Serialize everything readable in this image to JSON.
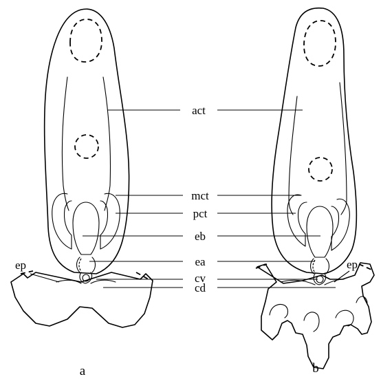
{
  "figure": {
    "labels": {
      "act": "act",
      "mct": "mct",
      "pct": "pct",
      "eb": "eb",
      "ea": "ea",
      "cv": "cv",
      "cd": "cd",
      "ep_left": "ep",
      "ep_right": "ep"
    },
    "panels": {
      "left": "a",
      "right": "b"
    }
  }
}
